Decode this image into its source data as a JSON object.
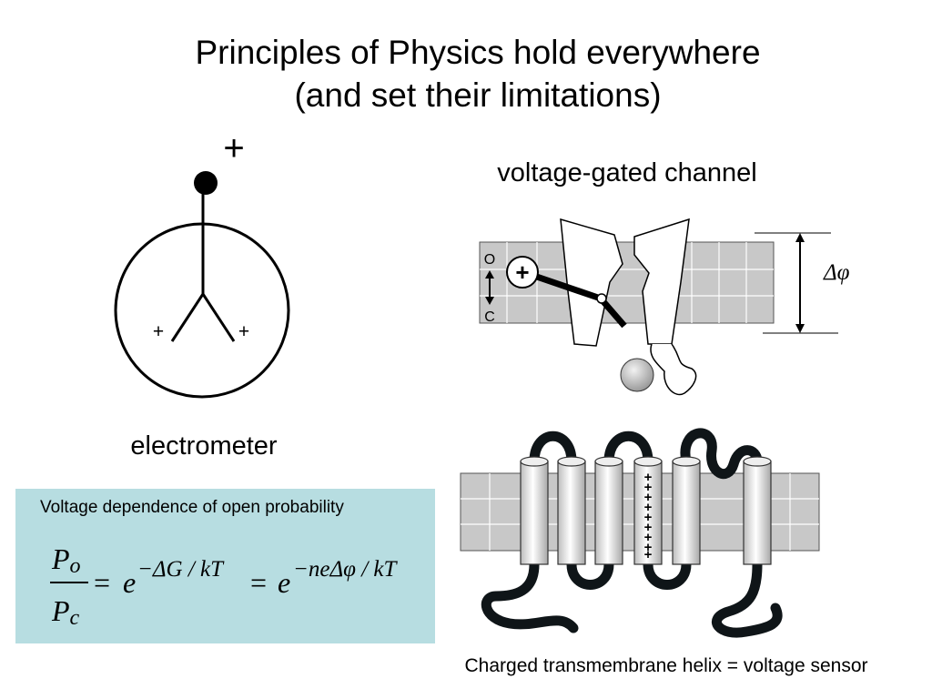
{
  "slide": {
    "title_line1": "Principles of Physics hold everywhere",
    "title_line2": "(and set their limitations)"
  },
  "electrometer": {
    "label": "electrometer",
    "top_charge": "+",
    "leaf_charge_left": "+",
    "leaf_charge_right": "+"
  },
  "channel": {
    "label": "voltage-gated channel",
    "open_label": "O",
    "closed_label": "C",
    "gate_charge": "+",
    "potential_label": "Δφ"
  },
  "voltage_dependence": {
    "heading": "Voltage dependence of open probability",
    "num": "P",
    "num_sub": "o",
    "den": "P",
    "den_sub": "c",
    "eq1": "=",
    "base1": "e",
    "exp1": "−ΔG / kT",
    "eq2": "=",
    "base2": "e",
    "exp2": "−neΔφ / kT"
  },
  "sensor": {
    "caption": "Charged transmembrane helix = voltage sensor",
    "helix_charges": [
      "+",
      "+",
      "+",
      "+",
      "+",
      "+",
      "+",
      "+",
      "+"
    ]
  },
  "colors": {
    "membrane": "#c8c8c8",
    "equation_box": "#b7dde1",
    "loop": "#0f1518"
  }
}
